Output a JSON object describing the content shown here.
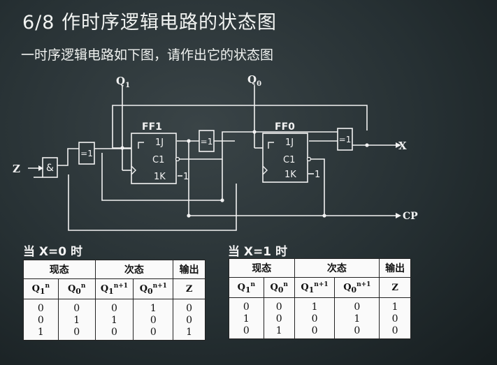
{
  "title": "6/8  作时序逻辑电路的状态图",
  "subtitle": "一时序逻辑电路如下图，请作出它的状态图",
  "circuit": {
    "labels": {
      "q1": "Q",
      "q1_sub": "1",
      "q0": "Q",
      "q0_sub": "0",
      "ff1": "FF1",
      "ff0": "FF0",
      "z": "Z",
      "x": "X",
      "cp": "CP",
      "and_gate": "&",
      "xor_left": "=1",
      "xor_mid": "=1",
      "xor_right": "=1",
      "pin_1j": "1J",
      "pin_c1": "C1",
      "pin_1k": "1K",
      "const_one": "1"
    }
  },
  "tables": [
    {
      "caption": "当 X=0 时",
      "group_headers": [
        "现态",
        "次态",
        "输出"
      ],
      "col_headers": [
        {
          "base": "Q",
          "sub": "1",
          "sup": "n"
        },
        {
          "base": "Q",
          "sub": "0",
          "sup": "n"
        },
        {
          "base": "Q",
          "sub": "1",
          "sup": "n+1"
        },
        {
          "base": "Q",
          "sub": "0",
          "sup": "n+1"
        },
        {
          "base": "Z",
          "sub": "",
          "sup": ""
        }
      ],
      "rows": [
        [
          "0",
          "0",
          "0",
          "1",
          "0"
        ],
        [
          "0",
          "1",
          "1",
          "0",
          "0"
        ],
        [
          "1",
          "0",
          "0",
          "0",
          "1"
        ]
      ]
    },
    {
      "caption": "当 X=1 时",
      "group_headers": [
        "现态",
        "次态",
        "输出"
      ],
      "col_headers": [
        {
          "base": "Q",
          "sub": "1",
          "sup": "n"
        },
        {
          "base": "Q",
          "sub": "0",
          "sup": "n"
        },
        {
          "base": "Q",
          "sub": "1",
          "sup": "n+1"
        },
        {
          "base": "Q",
          "sub": "0",
          "sup": "n+1"
        },
        {
          "base": "Z",
          "sub": "",
          "sup": ""
        }
      ],
      "rows": [
        [
          "0",
          "0",
          "1",
          "0",
          "1"
        ],
        [
          "1",
          "0",
          "0",
          "1",
          "0"
        ],
        [
          "0",
          "1",
          "0",
          "0",
          "0"
        ]
      ]
    }
  ]
}
